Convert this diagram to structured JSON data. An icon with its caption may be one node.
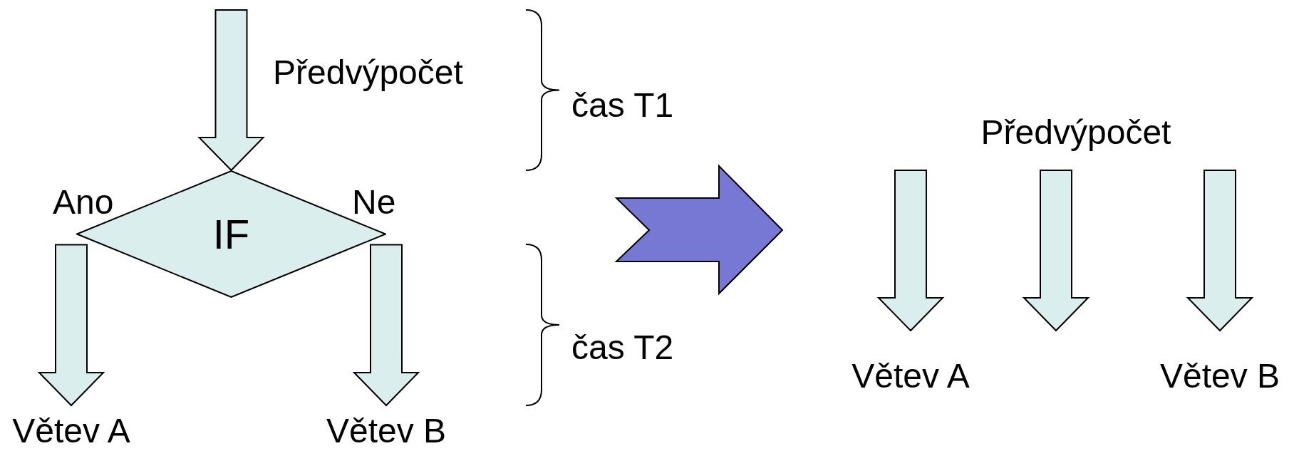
{
  "diagram": {
    "nodes": [
      {
        "text": [
          "IF"
        ]
      },
      {
        "text": [
          "Větev A"
        ]
      },
      {
        "text": [
          "Větev B"
        ]
      },
      {
        "text": [
          "Předvýpočet"
        ]
      },
      {
        "text": [
          "Větev A"
        ]
      },
      {
        "text": [
          "Větev B"
        ]
      }
    ],
    "edges": [
      {
        "from": null,
        "to": 0,
        "arrow": "to",
        "label": "Předvýpočet"
      },
      {
        "from": 0,
        "to": 1,
        "arrow": "to",
        "label": "Ano"
      },
      {
        "from": 0,
        "to": 2,
        "arrow": "to",
        "label": "Ne"
      },
      {
        "from": 3,
        "to": 4,
        "arrow": "to"
      },
      {
        "from": 3,
        "to": null,
        "arrow": "to"
      },
      {
        "from": 3,
        "to": 5,
        "arrow": "to"
      }
    ],
    "labels": [
      "čas T1",
      "čas T2"
    ]
  }
}
